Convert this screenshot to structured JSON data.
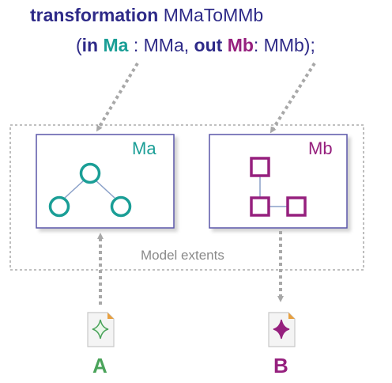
{
  "header": {
    "keyword_transformation": "transformation",
    "name": "MMaToMMb",
    "open_paren": "(",
    "keyword_in": "in",
    "ma": "Ma",
    "sep_in": " : MMa, ",
    "keyword_out": "out",
    "mb": "Mb",
    "sep_out": ": MMb);"
  },
  "extents_label": "Model extents",
  "model_a": {
    "label": "Ma"
  },
  "model_b": {
    "label": "Mb"
  },
  "doc_a": {
    "label": "A"
  },
  "doc_b": {
    "label": "B"
  },
  "colors": {
    "title": "#2e2a88",
    "teal": "#1a9e96",
    "purple": "#96207e",
    "green": "#4aa35a",
    "box_border": "#5a56a8",
    "arrow": "#a8a8a8"
  }
}
